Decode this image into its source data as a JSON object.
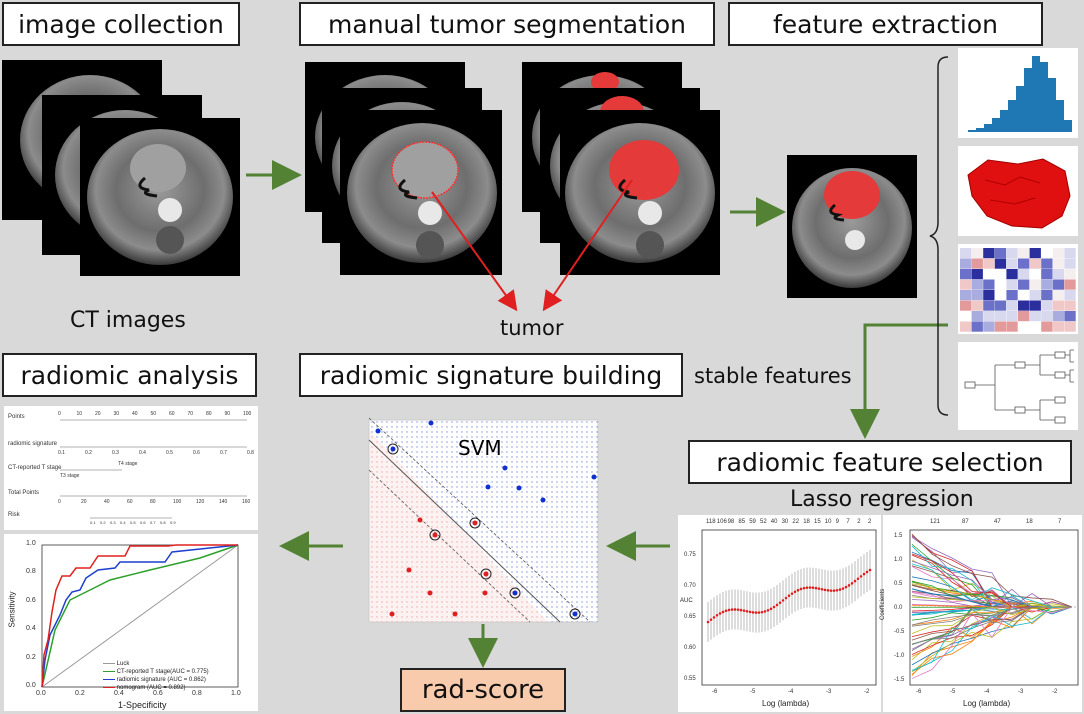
{
  "titles": {
    "image_collection": "image collection",
    "manual_segmentation": "manual tumor segmentation",
    "feature_extraction": "feature extraction",
    "radiomic_analysis": "radiomic analysis",
    "signature_building": "radiomic signature building",
    "feature_selection": "radiomic feature selection"
  },
  "labels": {
    "ct_images": "CT images",
    "tumor": "tumor",
    "stable_features": "stable features",
    "svm": "SVM",
    "lasso": "Lasso regression",
    "rad_score": "rad-score"
  },
  "nomogram": {
    "rows": [
      "Points",
      "radiomic signature",
      "CT-reported T stage",
      "Total Points",
      "Risk"
    ],
    "points_ticks": [
      "0",
      "10",
      "20",
      "30",
      "40",
      "50",
      "60",
      "70",
      "80",
      "90",
      "100"
    ],
    "signature_ticks": [
      "0.1",
      "0.2",
      "0.3",
      "0.4",
      "0.5",
      "0.6",
      "0.7",
      "0.8"
    ],
    "t3": "T3 stage",
    "t4": "T4 stage",
    "total_ticks": [
      "0",
      "20",
      "40",
      "60",
      "80",
      "100",
      "120",
      "140",
      "160"
    ],
    "risk_ticks": [
      "0.1",
      "0.2",
      "0.3",
      "0.4",
      "0.5",
      "0.6",
      "0.7",
      "0.8",
      "0.9"
    ]
  },
  "roc": {
    "ylabel": "Sensitivity",
    "xlabel": "1-Specificity",
    "ticks": [
      "0.0",
      "0.2",
      "0.4",
      "0.6",
      "0.8",
      "1.0"
    ],
    "legend": [
      "Luck",
      "CT-reported T stage(AUC = 0.775)",
      "radiomic signature (AUC = 0.862)",
      "nomogram (AUC = 0.892)"
    ]
  },
  "lasso_auc": {
    "ylabel": "AUC",
    "xlabel": "Log (lambda)",
    "top_ticks": [
      "118",
      "106",
      "98",
      "85",
      "59",
      "52",
      "40",
      "30",
      "22",
      "18",
      "15",
      "10",
      "9",
      "7",
      "2",
      "2"
    ],
    "y_ticks": [
      "0.55",
      "0.60",
      "0.65",
      "0.70",
      "0.75"
    ],
    "x_ticks": [
      "-6",
      "-5",
      "-4",
      "-3",
      "-2"
    ]
  },
  "lasso_coef": {
    "ylabel": "Coefficients",
    "xlabel": "Log (lambda)",
    "top_ticks": [
      "121",
      "87",
      "47",
      "18",
      "7"
    ],
    "y_ticks": [
      "1.5",
      "1.0",
      "0.5",
      "0.0",
      "-0.5",
      "-1.0",
      "-1.5"
    ],
    "x_ticks": [
      "-6",
      "-5",
      "-4",
      "-3",
      "-2"
    ]
  },
  "colors": {
    "arrow_green": "#548235",
    "arrow_red": "#e02020",
    "rad_score_fill": "#f8cbad"
  }
}
